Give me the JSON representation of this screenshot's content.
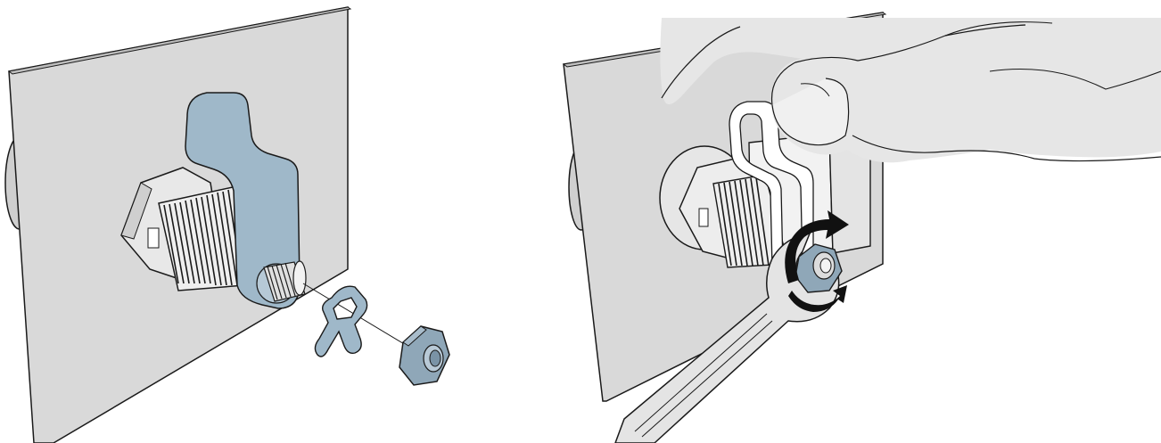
{
  "figure": {
    "panels": [
      {
        "id": "left",
        "step": "assemble",
        "parts": [
          "panel",
          "lock-body",
          "cam-bracket",
          "retaining-clip",
          "hex-nut"
        ]
      },
      {
        "id": "right",
        "step": "tighten",
        "parts": [
          "panel",
          "lock-body",
          "cam-bracket",
          "hex-nut",
          "wrench",
          "hand",
          "rotation-arrow"
        ]
      }
    ],
    "colors": {
      "panel_fill": "#d9d9d9",
      "outline": "#1a1a1a",
      "highlight_part": "#9fb8c9",
      "nut": "#8fa7b8",
      "arrow": "#111111",
      "hand": "#e6e6e6"
    }
  }
}
